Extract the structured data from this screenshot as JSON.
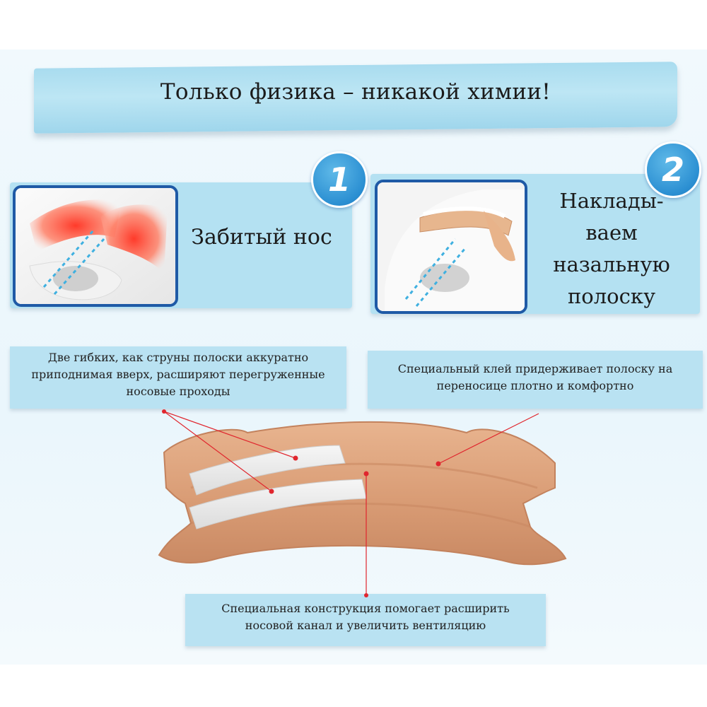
{
  "header": {
    "title": "Только физика – никакой химии!"
  },
  "steps": [
    {
      "number": "1",
      "label": "Забитый нос"
    },
    {
      "number": "2",
      "label": "Наклады-\nваем\nназальную\nполоску"
    }
  ],
  "callouts": {
    "left": "Две гибких, как струны полоски аккуратно\nприподнимая вверх, расширяют перегруженные\nносовые проходы",
    "right": "Специальный клей придерживает полоску на\nпереносице плотно и комфортно",
    "bottom": "Специальная конструкция помогает расширить\nносовой канал и увеличить вентиляцию"
  },
  "colors": {
    "panel": "#b4e1f2",
    "badge": "#2b8fd2",
    "photo_border": "#1f5aa6",
    "strip": "#d9a07a",
    "pointer": "#e0262e"
  },
  "icons": [
    "congested-nose-illustration",
    "nasal-strip-application-illustration",
    "nasal-strip-illustration"
  ]
}
